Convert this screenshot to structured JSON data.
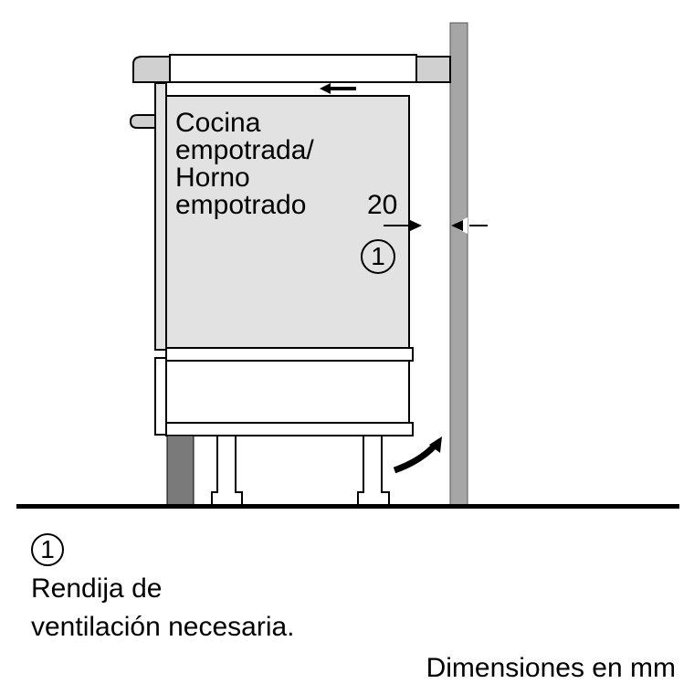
{
  "diagram": {
    "appliance_label": [
      "Cocina",
      "empotrada/",
      "Horno",
      "empotrado"
    ],
    "dimension_value": "20",
    "callout_number": "1",
    "legend": {
      "number": "1",
      "lines": [
        "Rendija de",
        "ventilación necesaria."
      ]
    },
    "units_note": "Dimensiones en mm",
    "colors": {
      "appliance_fill": "#e2e2e2",
      "wall_fill": "#a6a6a6",
      "plinth_fill": "#7a7a7a",
      "worktop_fill": "#d0d0d0",
      "line": "#000000"
    }
  }
}
